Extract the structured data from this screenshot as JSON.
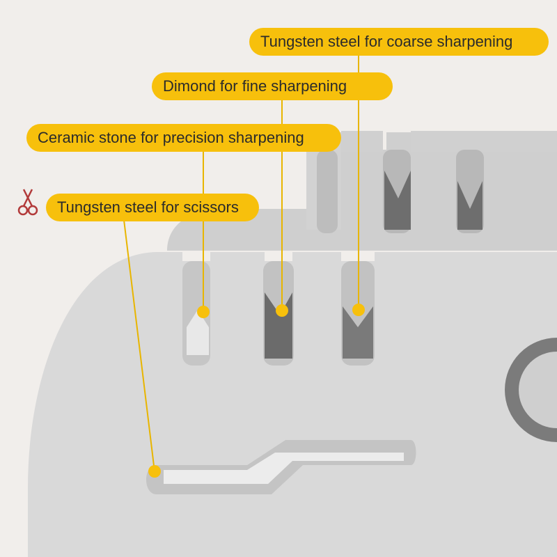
{
  "colors": {
    "background": "#f1eeeb",
    "label_fill": "#f7c00c",
    "leader_line": "#e8b500",
    "dot": "#f7c00c",
    "body_front": "#d9d9d9",
    "body_back": "#cfcfcf",
    "slot_dark": "#6e6e6e",
    "scissors_icon": "#b23a3a"
  },
  "labels": {
    "coarse": "Tungsten steel for coarse sharpening",
    "fine": "Dimond for fine sharpening",
    "ceramic": "Ceramic stone for precision sharpening",
    "scissors": "Tungsten steel for scissors"
  },
  "icons": {
    "scissors": "scissors-icon"
  }
}
